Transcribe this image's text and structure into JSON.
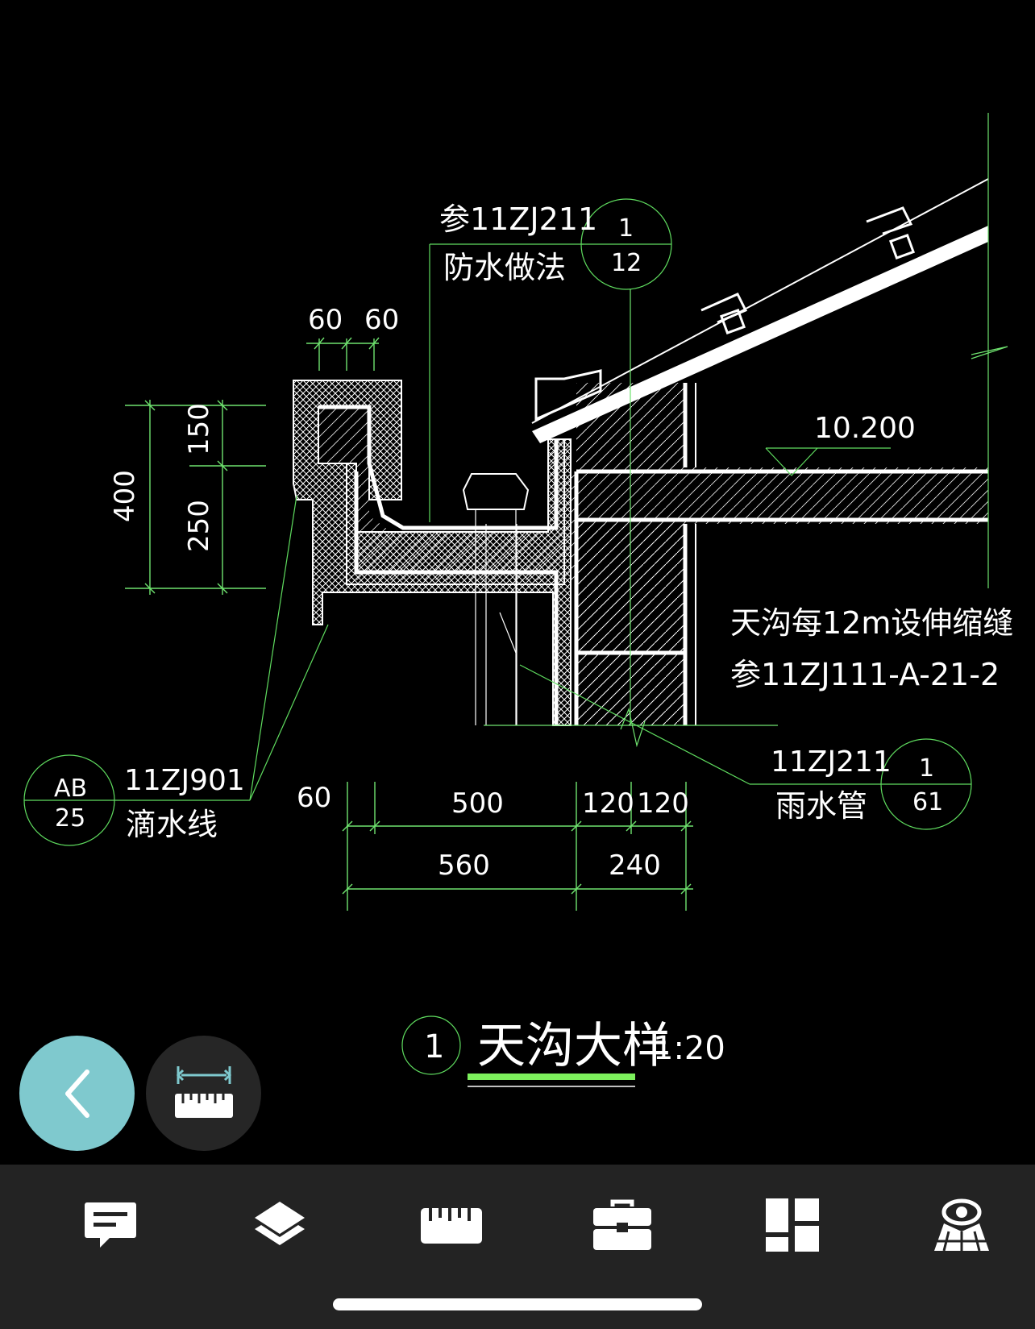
{
  "drawing": {
    "ref_waterproof_code": "参11ZJ211",
    "ref_waterproof_label": "防水做法",
    "ref_waterproof_num": "1",
    "ref_waterproof_sheet": "12",
    "dim_top_left": "60",
    "dim_top_right": "60",
    "dim_left_total": "400",
    "dim_left_upper": "150",
    "dim_left_lower": "250",
    "elevation": "10.200",
    "note_line1": "天沟每12m设伸缩缝",
    "note_line2": "参11ZJ111-A-21-2",
    "drip_circle_top": "AB",
    "drip_circle_bottom": "25",
    "drip_code": "11ZJ901",
    "drip_label": "滴水线",
    "pipe_code": "11ZJ211",
    "pipe_label": "雨水管",
    "pipe_num": "1",
    "pipe_sheet": "61",
    "dim_bottom_60": "60",
    "dim_bottom_500": "500",
    "dim_bottom_120a": "120",
    "dim_bottom_120b": "120",
    "dim_bottom_560": "560",
    "dim_bottom_240": "240",
    "title_num": "1",
    "title": "天沟大样",
    "scale": "1:20"
  },
  "colors": {
    "background": "#000000",
    "dimension": "#6fe36f",
    "title_underline": "#7cf05c",
    "back_button": "#7fc9ce",
    "measure_button": "#262626",
    "toolbar": "#232323"
  },
  "toolbar": {
    "items": [
      {
        "icon": "comment-icon"
      },
      {
        "icon": "layers-icon"
      },
      {
        "icon": "ruler-icon"
      },
      {
        "icon": "toolbox-icon"
      },
      {
        "icon": "grid-icon"
      },
      {
        "icon": "vr-view-icon"
      }
    ]
  }
}
